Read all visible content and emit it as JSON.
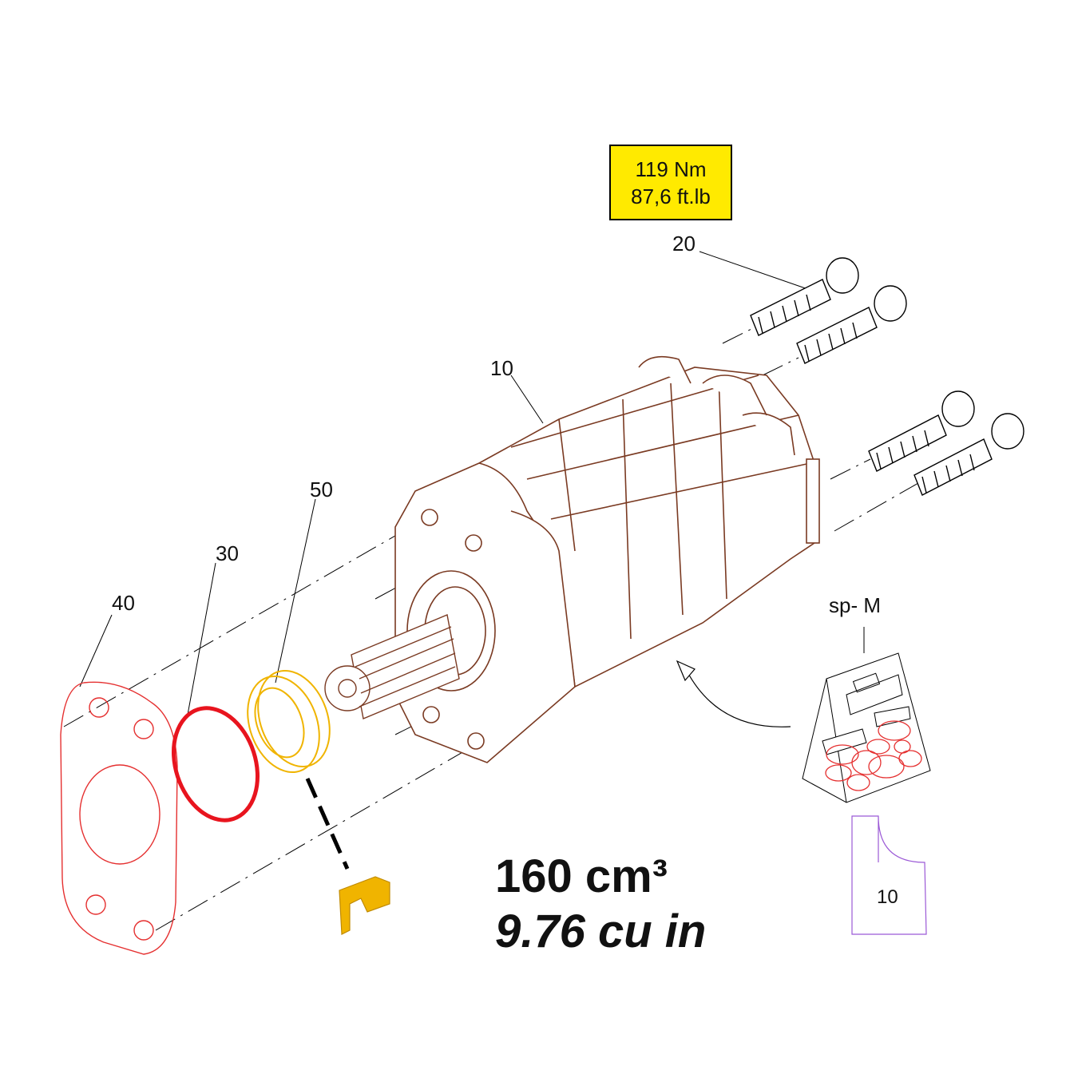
{
  "torque": {
    "metric": "119 Nm",
    "imperial": "87,6 ft.lb"
  },
  "callouts": {
    "bolts": "20",
    "motor": "10",
    "seal": "50",
    "oring": "30",
    "gasket": "40"
  },
  "displacement": {
    "metric": "160 cm³",
    "imperial": "9.76 cu in"
  },
  "seal_kit": {
    "label": "sp- M",
    "document_number": "10"
  },
  "colors": {
    "motor_outline": "#7a3a22",
    "gasket": "#e53030",
    "oring": "#e8141e",
    "seal": "#f0b400",
    "torque_box": "#ffea00",
    "doc_outline": "#9b59d6"
  }
}
